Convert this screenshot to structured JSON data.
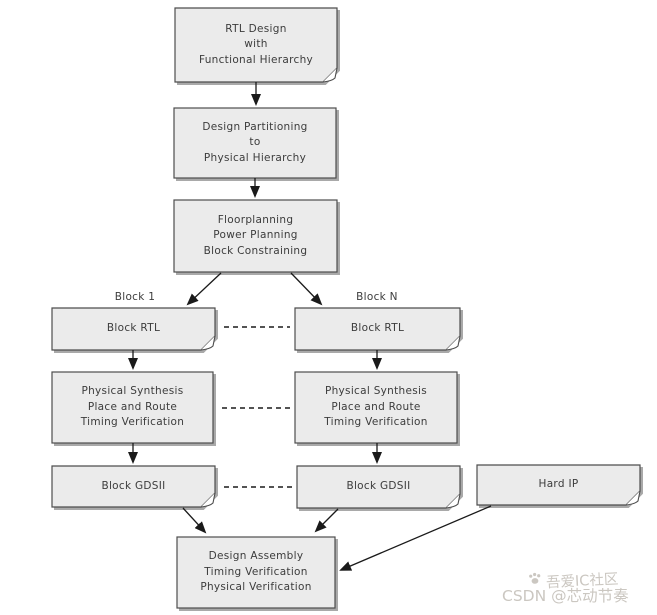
{
  "diagram": {
    "nodes": {
      "rtl_design": {
        "lines": [
          "RTL Design",
          "with",
          "Functional Hierarchy"
        ]
      },
      "design_partitioning": {
        "lines": [
          "Design Partitioning",
          "to",
          "Physical Hierarchy"
        ]
      },
      "floorplanning": {
        "lines": [
          "Floorplanning",
          "Power Planning",
          "Block Constraining"
        ]
      },
      "block_rtl_left": {
        "lines": [
          "Block RTL"
        ]
      },
      "block_rtl_right": {
        "lines": [
          "Block RTL"
        ]
      },
      "phys_synth_left": {
        "lines": [
          "Physical Synthesis",
          "Place and Route",
          "Timing Verification"
        ]
      },
      "phys_synth_right": {
        "lines": [
          "Physical Synthesis",
          "Place and Route",
          "Timing Verification"
        ]
      },
      "gdsii_left": {
        "lines": [
          "Block GDSII"
        ]
      },
      "gdsii_right": {
        "lines": [
          "Block GDSII"
        ]
      },
      "hard_ip": {
        "lines": [
          "Hard IP"
        ]
      },
      "design_assembly": {
        "lines": [
          "Design Assembly",
          "Timing Verification",
          "Physical Verification"
        ]
      }
    },
    "branch_labels": {
      "left": "Block 1",
      "right": "Block N"
    },
    "watermark": {
      "community": "吾爱IC社区",
      "csdn": "CSDN @芯动节奏"
    },
    "colors": {
      "box_fill": "#ebebeb",
      "box_border": "#4d4d4d",
      "shadow": "#a9a9a9",
      "line": "#1a1a1a",
      "text": "#3c3c3c",
      "watermark": "#cbc7c1",
      "background": "#ffffff"
    }
  }
}
